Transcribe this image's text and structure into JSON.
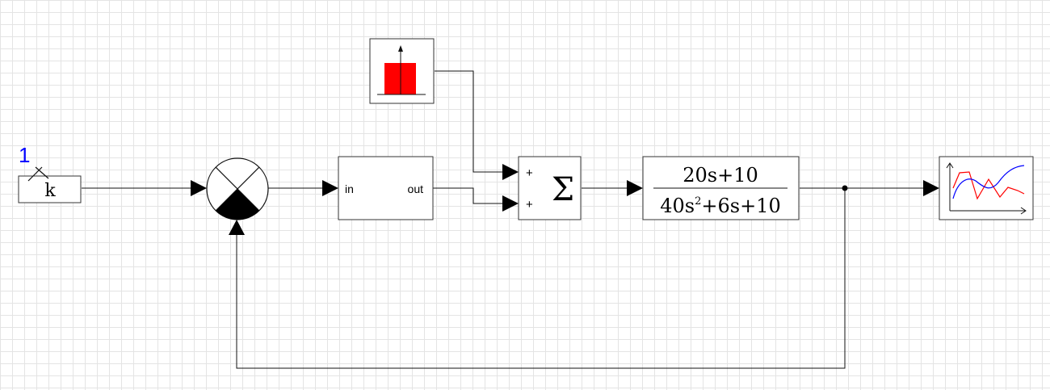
{
  "gain": {
    "value": "1",
    "symbol": "k"
  },
  "subsystem": {
    "in_label": "in",
    "out_label": "out"
  },
  "sum": {
    "sign1": "+",
    "sign2": "+",
    "symbol": "Σ"
  },
  "transfer": {
    "numerator": "20s+10",
    "den_part1": "40s",
    "den_exp": "2",
    "den_part2": "+6s+10"
  },
  "colors": {
    "accent_blue": "#0000ff",
    "step_red": "#ff0000",
    "scope_red": "#ff0000",
    "scope_blue": "#0000ff"
  },
  "icons": {
    "step": "step-source-icon",
    "scope": "scope-plot-icon",
    "comparator": "summing-junction-icon"
  }
}
